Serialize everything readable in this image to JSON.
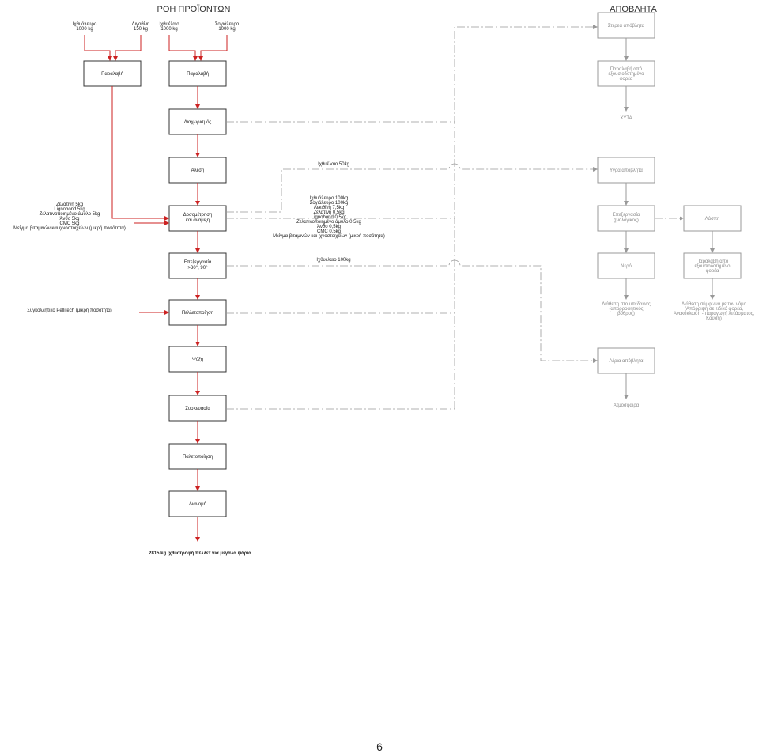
{
  "title_products": "ΡΟΗ ΠΡΟΪΟΝΤΩΝ",
  "title_waste": "ΑΠΟΒΛΗΤΑ",
  "inputs": [
    {
      "name": "Ιχθυάλευρο",
      "qty": "1000 kg"
    },
    {
      "name": "Λιγοθίνη",
      "qty": "150 kg"
    },
    {
      "name": "Ιχθυέλαιο",
      "qty": "1000 kg"
    },
    {
      "name": "Σογιάλευρο",
      "qty": "1000 kg"
    }
  ],
  "steps": [
    "Παραλαβή",
    "Παραλαβή",
    "Διαχωρισμός",
    "Άλεση",
    "Δοσομέτρηση και ανάμιξη",
    "Επεξεργασία >30°, 90°",
    "Πελλετοποίηση",
    "Ψύξη",
    "Συσκευασία",
    "Παλετοποίηση",
    "Διανομή"
  ],
  "left_additives": [
    "Ζελατίνη 5kg",
    "Lignobond 5kg",
    "Ζελατινοποιημένο άμυλο 5kg",
    "Άνθο 5kg",
    "CMC 5kg",
    "Μείγμα βιταμινών και ιχνοστοιχείων (μικρή ποσότητα)"
  ],
  "pellet_additive": "Συγκολλητικό Pellitech (μικρή ποσότητα)",
  "fishoil_50": "Ιχθυέλαιο 50kg",
  "mix_list": [
    "Ιχθυάλευρο 100kg",
    "Σογιάλευρο 100kg",
    "Λεκιθίνη 7,5kg",
    "Ζελατίνη 0,5kg",
    "Lignobond 0,5kg",
    "Ζελατινοποιημένο άμυλο 0,5kg",
    "Άνθο 0,5kg",
    "CMC 0,5kg",
    "Μείγμα βιταμινών και ιχνοστοιχείων (μικρή ποσότητα)"
  ],
  "fishoil_100": "Ιχθυέλαιο 100kg",
  "output": "2815 kg ιχθυοτροφή πέλλετ για μεγάλα ψάρια",
  "waste_boxes": {
    "solid": "Στερεά απόβλητα",
    "collect": "Παραλαβή από εξουσιοδοτημένο φορέα",
    "liquid": "Υγρά απόβλητα",
    "treat": "Επεξεργασία (βιολογικός)",
    "sludge": "Λάσπη",
    "water": "Νερό",
    "collect2": "Παραλαβή από εξουσιοδοτημένο φορέα",
    "gas": "Αέρια απόβλητα"
  },
  "waste_ends": {
    "landfill": "ΧΥΤΑ",
    "soil": "Διάθεση στο υπέδαφος (απορροφητικός βόθρος)",
    "law": "Διάθεση σύμφωνα με τον νόμο (Απόρριψη σε ειδικό φορέα, Ανακύκλωση - παραγωγή λιπάσματος, Καύση)",
    "atmosphere": "Ατμόσφαιρα"
  },
  "page_number": "6"
}
